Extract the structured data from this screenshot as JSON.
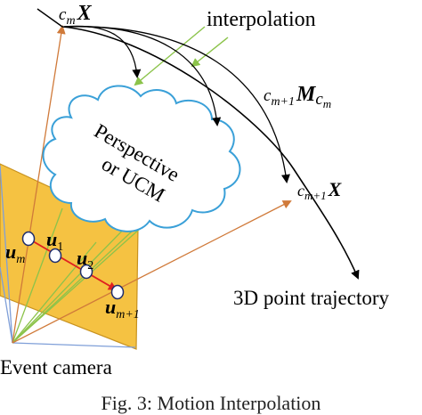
{
  "labels": {
    "interpolation": "interpolation",
    "perspective_line1": "Perspective",
    "perspective_line2": "or UCM",
    "trajectory": "3D point trajectory",
    "camera": "Event camera",
    "caption": "Fig. 3: Motion Interpolation"
  },
  "math": {
    "cmX": {
      "sup": "c",
      "sub": "m",
      "main": "X"
    },
    "cm1X": {
      "sup": "c",
      "sub": "m+1",
      "main": "X"
    },
    "transform": {
      "sup": "c",
      "sub": "m+1",
      "main": "M",
      "sub2": "c",
      "sub2sub": "m"
    },
    "um": {
      "main": "u",
      "sub": "m"
    },
    "u1": {
      "main": "u",
      "sub": "1"
    },
    "u2": {
      "main": "u",
      "sub": "2"
    },
    "um1": {
      "main": "u",
      "sub": "m+1"
    }
  },
  "colors": {
    "image_plane": "#f5c242",
    "image_plane_border": "#c8921e",
    "projection_orange": "#d07a3a",
    "projection_green": "#8bc34a",
    "projection_blue": "#7f9fd8",
    "cloud_border": "#3aa0d8",
    "event_track": "#e02020",
    "event_point": "#cc1b1b"
  }
}
